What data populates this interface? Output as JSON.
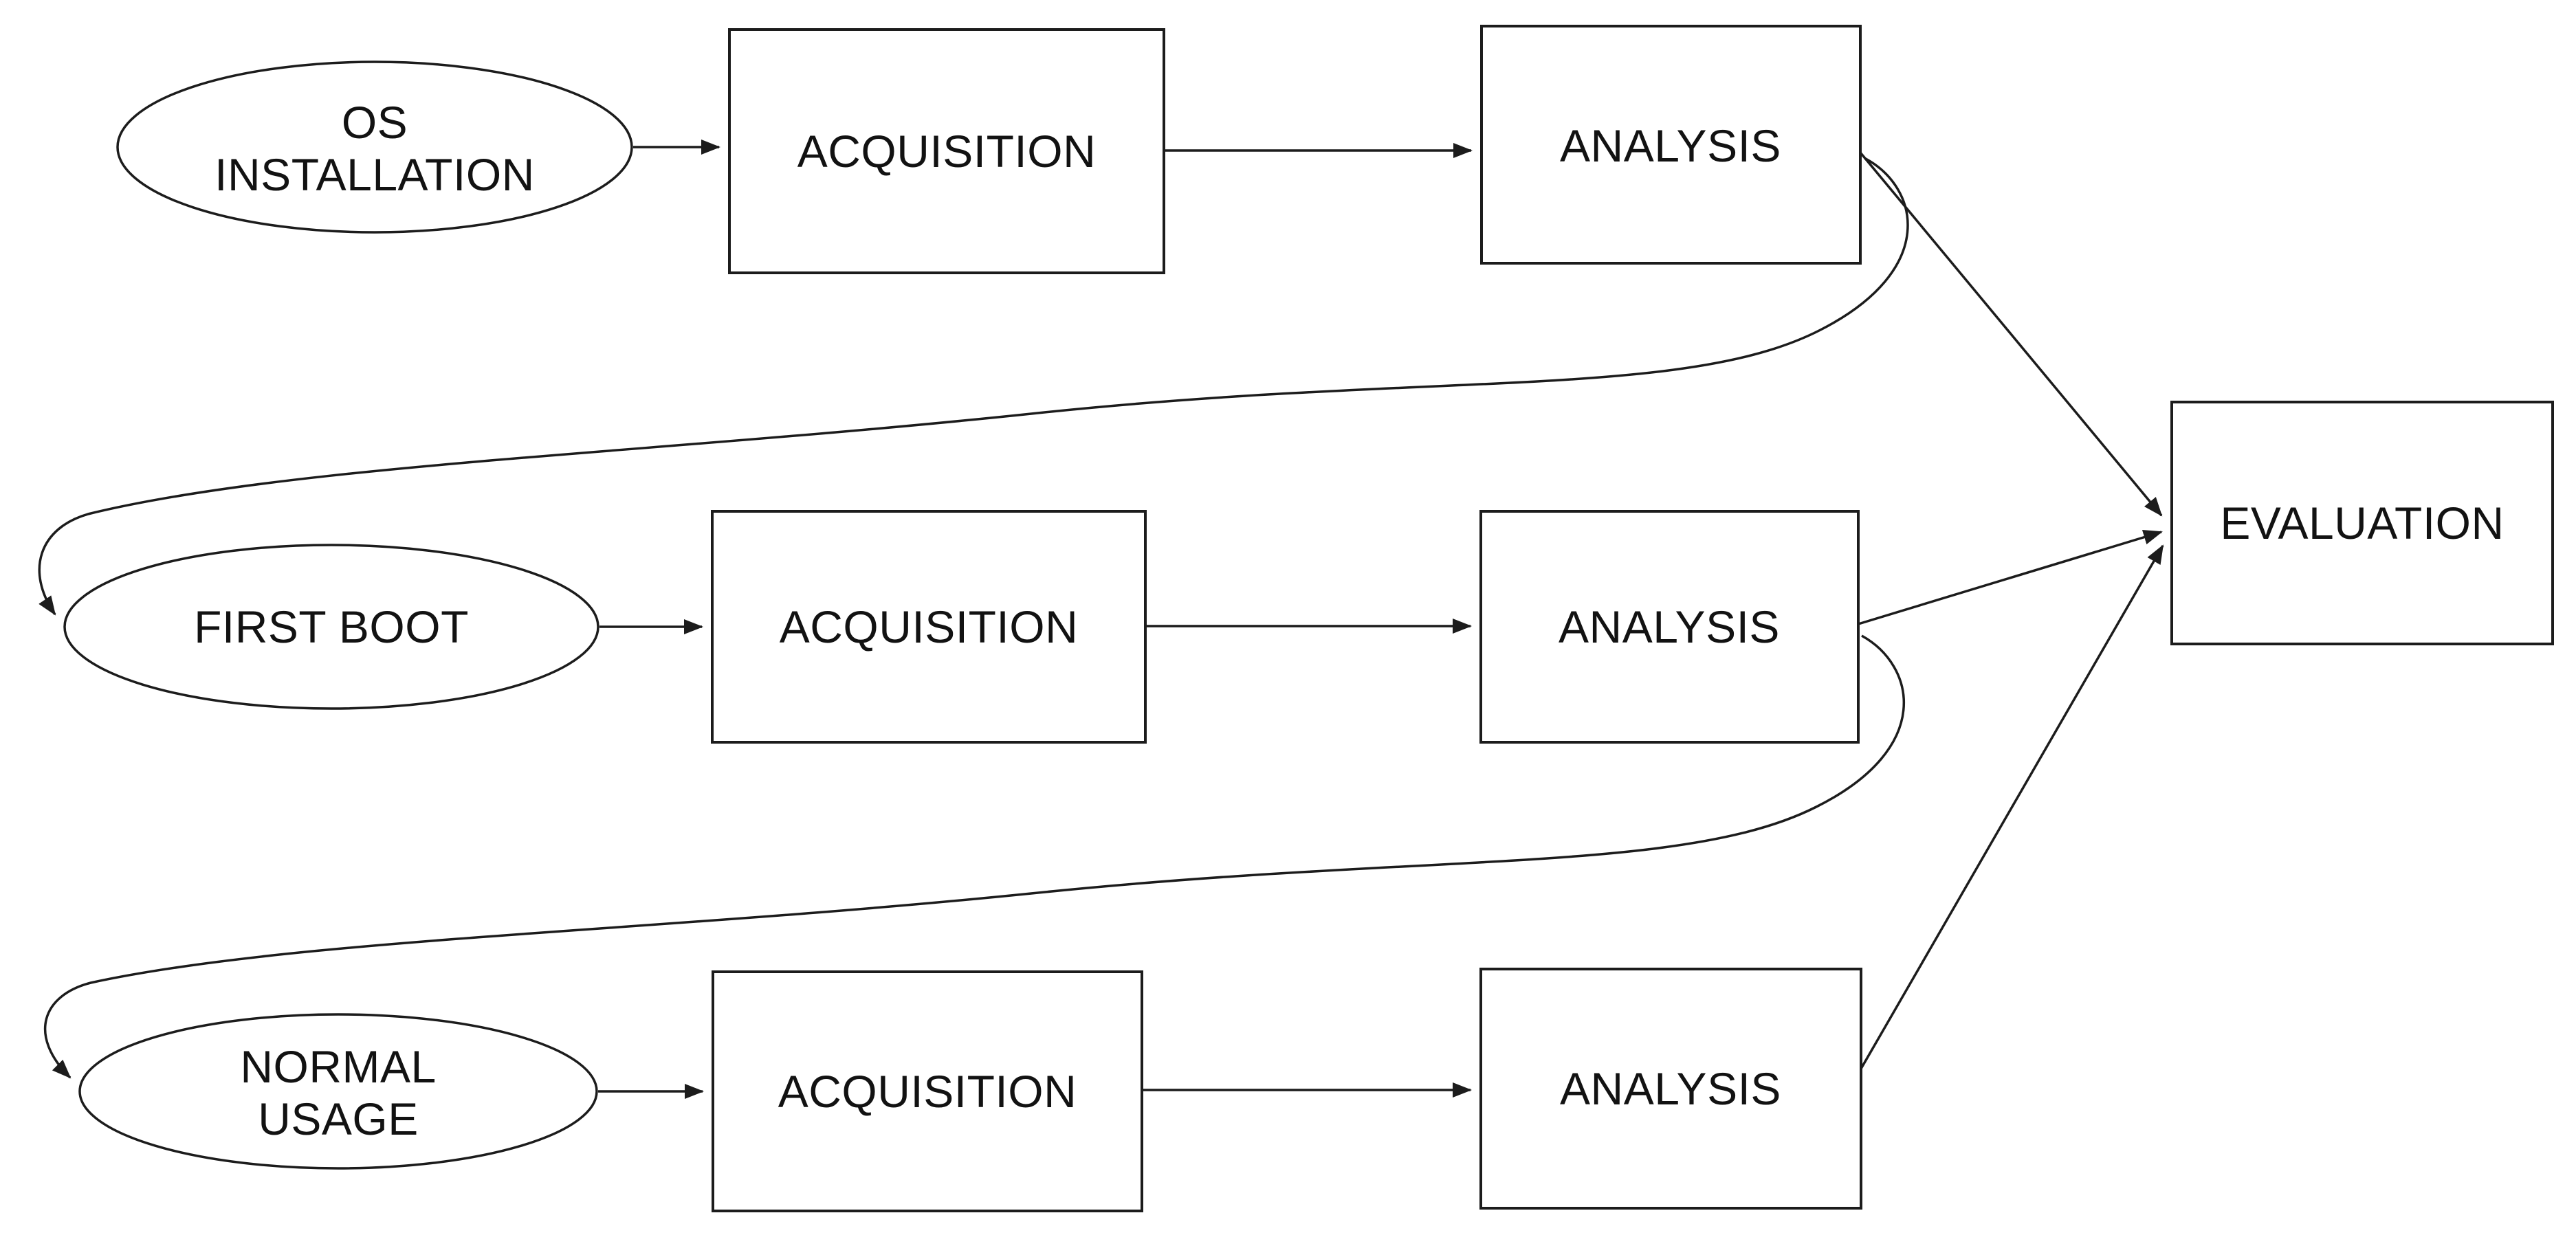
{
  "diagram": {
    "type": "flowchart",
    "background": "#ffffff",
    "stroke_color": "#1c1c1c",
    "text_color": "#121212",
    "stages": [
      {
        "source": {
          "shape": "ellipse",
          "lines": [
            "OS",
            "INSTALLATION"
          ]
        },
        "steps": [
          {
            "label": "ACQUISITION"
          },
          {
            "label": "ANALYSIS"
          }
        ]
      },
      {
        "source": {
          "shape": "ellipse",
          "lines": [
            "FIRST BOOT"
          ]
        },
        "steps": [
          {
            "label": "ACQUISITION"
          },
          {
            "label": "ANALYSIS"
          }
        ]
      },
      {
        "source": {
          "shape": "ellipse",
          "lines": [
            "NORMAL",
            "USAGE"
          ]
        },
        "steps": [
          {
            "label": "ACQUISITION"
          },
          {
            "label": "ANALYSIS"
          }
        ]
      }
    ],
    "evaluation": {
      "shape": "rect",
      "label": "EVALUATION"
    },
    "edges": [
      {
        "from": "os-installation",
        "to": "acquisition-1",
        "style": "straight-arrow"
      },
      {
        "from": "acquisition-1",
        "to": "analysis-1",
        "style": "straight-arrow"
      },
      {
        "from": "analysis-1",
        "to": "evaluation",
        "style": "straight-arrow"
      },
      {
        "from": "analysis-1",
        "to": "first-boot",
        "style": "curved-arrow"
      },
      {
        "from": "first-boot",
        "to": "acquisition-2",
        "style": "straight-arrow"
      },
      {
        "from": "acquisition-2",
        "to": "analysis-2",
        "style": "straight-arrow"
      },
      {
        "from": "analysis-2",
        "to": "evaluation",
        "style": "straight-arrow"
      },
      {
        "from": "analysis-2",
        "to": "normal-usage",
        "style": "curved-arrow"
      },
      {
        "from": "normal-usage",
        "to": "acquisition-3",
        "style": "straight-arrow"
      },
      {
        "from": "acquisition-3",
        "to": "analysis-3",
        "style": "straight-arrow"
      },
      {
        "from": "analysis-3",
        "to": "evaluation",
        "style": "straight-arrow"
      }
    ]
  }
}
